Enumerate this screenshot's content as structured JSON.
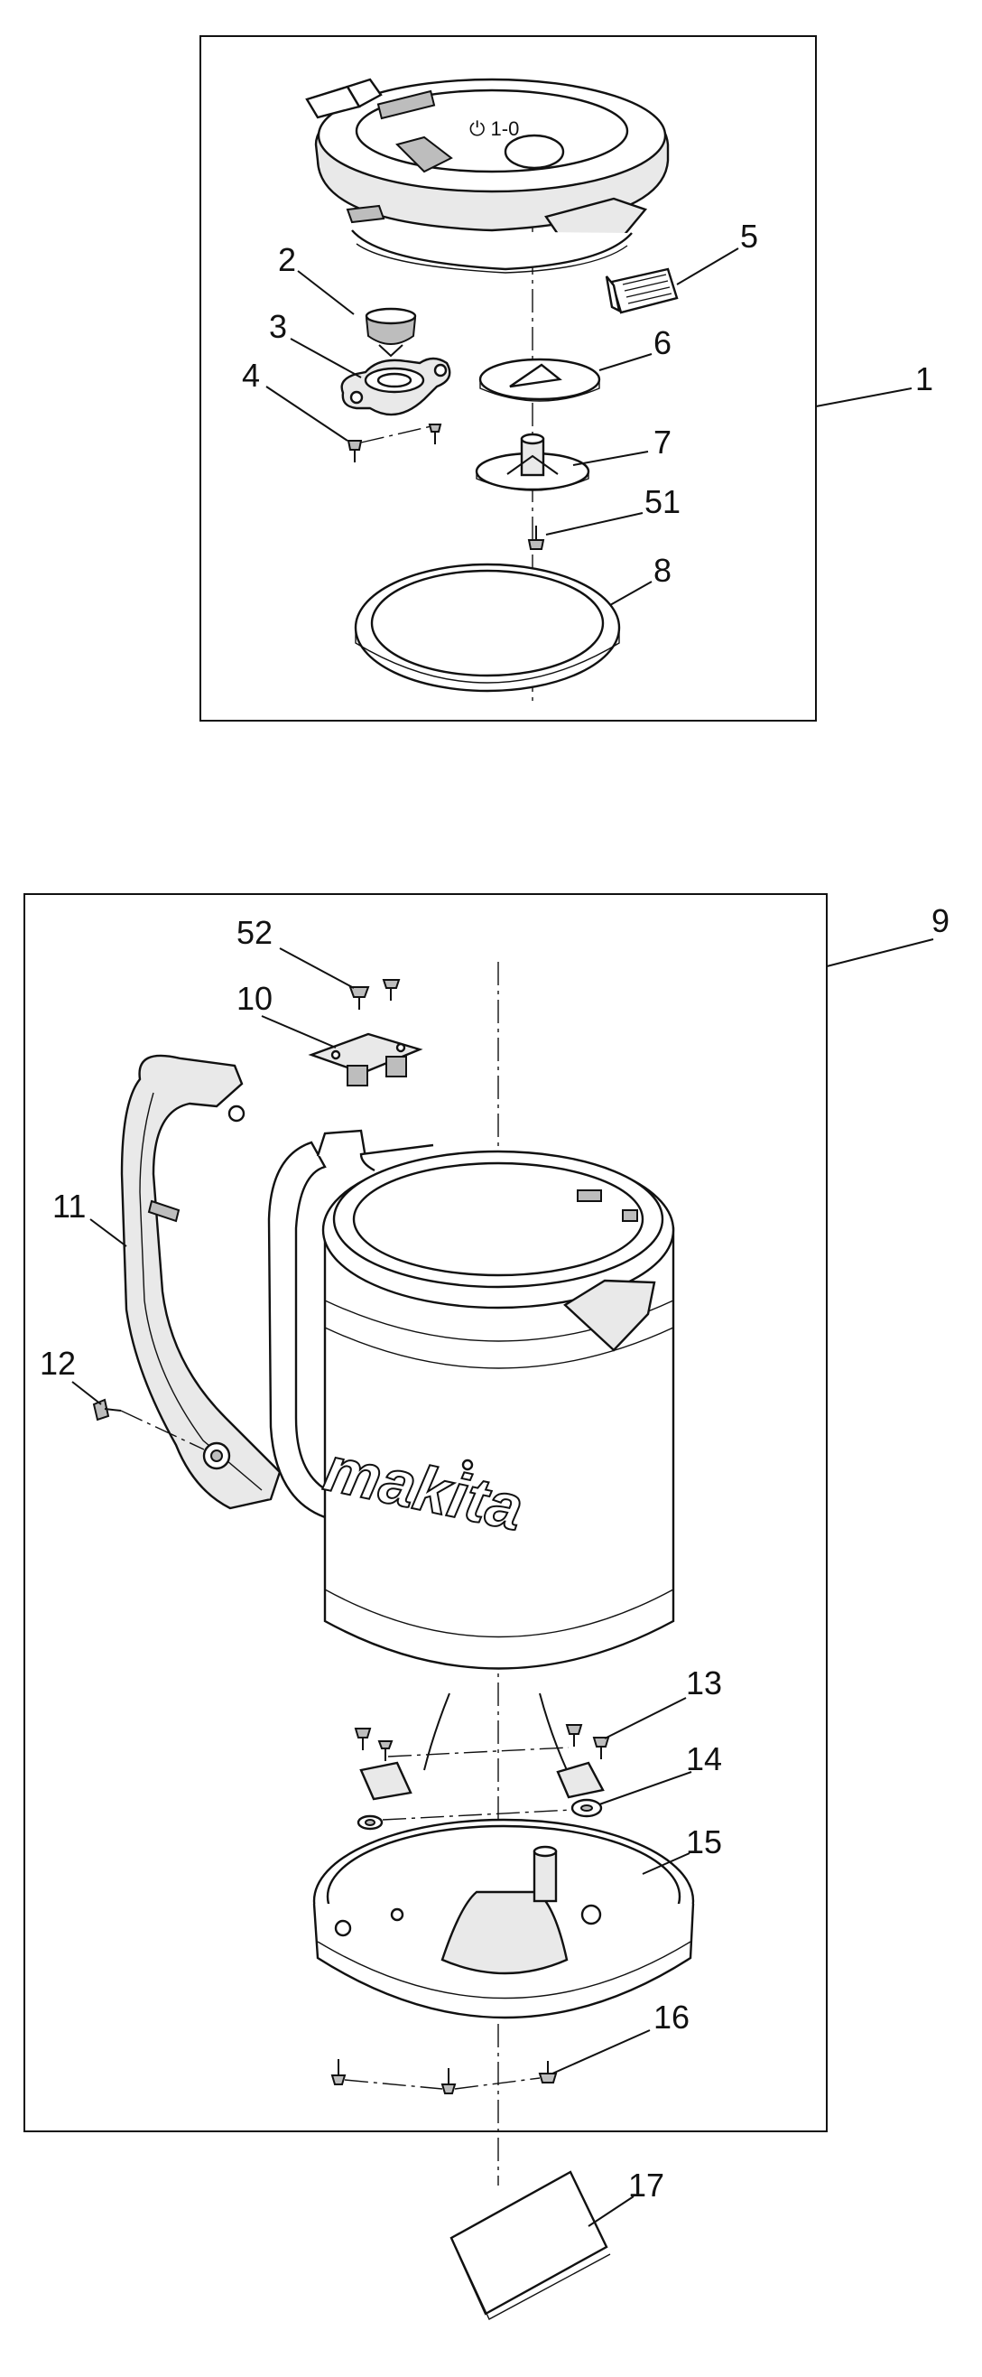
{
  "callouts": {
    "p1": "1",
    "p2": "2",
    "p3": "3",
    "p4": "4",
    "p5": "5",
    "p6": "6",
    "p7": "7",
    "p51": "51",
    "p8": "8",
    "p9": "9",
    "p52": "52",
    "p10": "10",
    "p11": "11",
    "p12": "12",
    "p13": "13",
    "p14": "14",
    "p15": "15",
    "p16": "16",
    "p17": "17"
  },
  "brand_text": "makita"
}
